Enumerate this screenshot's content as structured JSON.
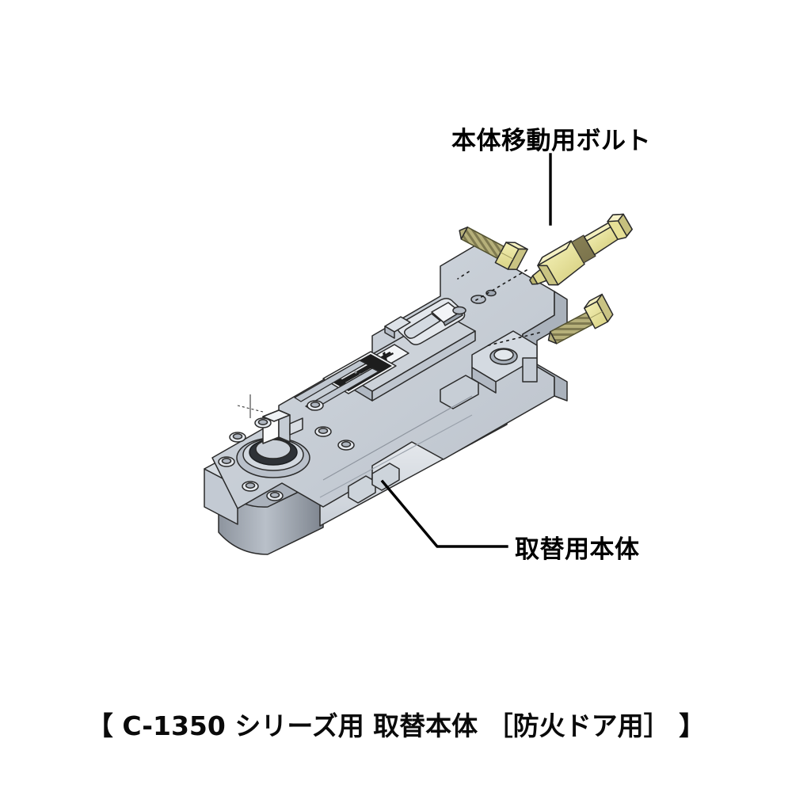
{
  "figure": {
    "type": "exploded-assembly-diagram",
    "subject": "floor-hinge replacement body with mounting bolts",
    "labels": {
      "bolt": "本体移動用ボルト",
      "body": "取替用本体"
    },
    "caption": "【 C-1350 シリーズ用 取替本体 ［防火ドア用］ 】",
    "parts": [
      {
        "id": "hex-bolt-upper",
        "name": "hex-head bolt",
        "color": "#d9d7a2"
      },
      {
        "id": "standoff-bolt",
        "name": "stepped standoff bolt",
        "color": "#e8e39a"
      },
      {
        "id": "hex-bolt-lower",
        "name": "hex-head bolt",
        "color": "#d9d7a2"
      },
      {
        "id": "main-body",
        "name": "replacement floor hinge body",
        "color": "#c6ccd4"
      }
    ],
    "colors": {
      "body_top": "#c6ccd4",
      "body_light": "#eef1f4",
      "body_side": "#b3bac4",
      "body_dark": "#8e959f",
      "brass": "#e8e39a",
      "brass_dark": "#b8b26e",
      "thread": "#9a9668",
      "outline": "#2a2a2a",
      "leader": "#000000",
      "text": "#000000"
    }
  }
}
